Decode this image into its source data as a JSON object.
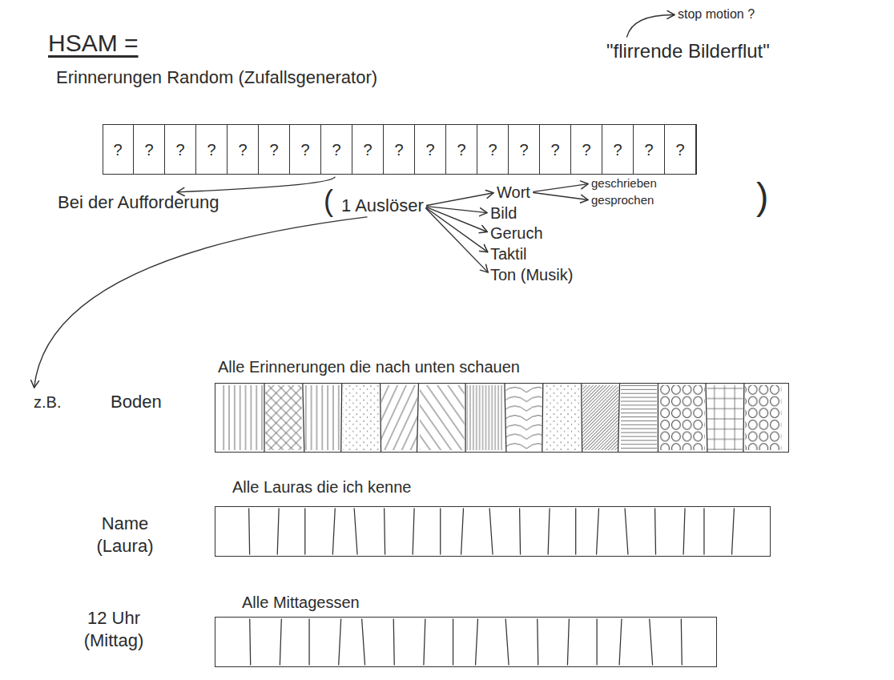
{
  "diagram": {
    "title": "HSAM =",
    "nodes": [
      {
        "text": [
          "Erinnerungen Random (Zufallsgenerator)"
        ]
      },
      {
        "text": [
          "?"
        ],
        "in": 0
      },
      {
        "text": [
          "?"
        ],
        "in": 0
      },
      {
        "text": [
          "?"
        ],
        "in": 0
      },
      {
        "text": [
          "?"
        ],
        "in": 0
      },
      {
        "text": [
          "?"
        ],
        "in": 0
      },
      {
        "text": [
          "?"
        ],
        "in": 0
      },
      {
        "text": [
          "?"
        ],
        "in": 0
      },
      {
        "text": [
          "?"
        ],
        "in": 0
      },
      {
        "text": [
          "?"
        ],
        "in": 0
      },
      {
        "text": [
          "?"
        ],
        "in": 0
      },
      {
        "text": [
          "?"
        ],
        "in": 0
      },
      {
        "text": [
          "?"
        ],
        "in": 0
      },
      {
        "text": [
          "?"
        ],
        "in": 0
      },
      {
        "text": [
          "?"
        ],
        "in": 0
      },
      {
        "text": [
          "?"
        ],
        "in": 0
      },
      {
        "text": [
          "?"
        ],
        "in": 0
      },
      {
        "text": [
          "?"
        ],
        "in": 0
      },
      {
        "text": [
          "?"
        ],
        "in": 0
      },
      {
        "text": [
          "?"
        ],
        "in": 0
      },
      {
        "text": [
          "Bei der Aufforderung"
        ]
      },
      {
        "text": [
          "1 Auslöser"
        ]
      },
      {
        "text": [
          "Wort"
        ]
      },
      {
        "text": [
          "geschrieben"
        ]
      },
      {
        "text": [
          "gesprochen"
        ]
      },
      {
        "text": [
          "Bild"
        ]
      },
      {
        "text": [
          "Geruch"
        ]
      },
      {
        "text": [
          "Taktil"
        ]
      },
      {
        "text": [
          "Ton (Musik)"
        ]
      },
      {
        "text": [
          "z.B."
        ]
      },
      {
        "text": [
          "Alle Erinnerungen die nach unten schauen"
        ]
      },
      {
        "text": [
          "Alle Lauras die ich kenne"
        ]
      },
      {
        "text": [
          "Alle Mittagessen"
        ]
      },
      {
        "text": [
          "\"flirrende Bilderflut\""
        ]
      },
      {
        "text": [
          "stop motion ?"
        ]
      }
    ],
    "edges": [
      {
        "from": 8,
        "to": 20,
        "arrow": "to"
      },
      {
        "from": 21,
        "to": 22,
        "arrow": "to"
      },
      {
        "from": 21,
        "to": 25,
        "arrow": "to"
      },
      {
        "from": 21,
        "to": 26,
        "arrow": "to"
      },
      {
        "from": 21,
        "to": 27,
        "arrow": "to"
      },
      {
        "from": 21,
        "to": 28,
        "arrow": "to"
      },
      {
        "from": 22,
        "to": 23,
        "arrow": "to"
      },
      {
        "from": 22,
        "to": 24,
        "arrow": "to"
      },
      {
        "from": 21,
        "to": 29,
        "arrow": "to"
      },
      {
        "from": 33,
        "to": 34,
        "arrow": "to"
      }
    ],
    "labels": [
      "(",
      ")",
      "Boden",
      "Name (Laura)",
      "12 Uhr (Mittag)"
    ]
  }
}
